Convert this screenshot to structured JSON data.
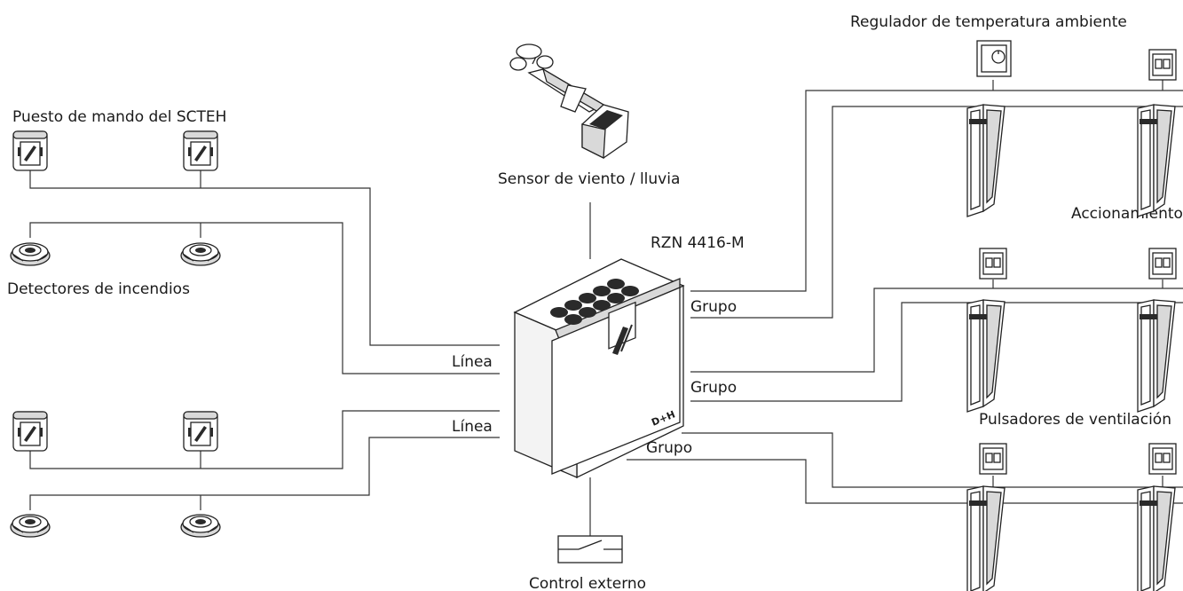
{
  "labels": {
    "regulador": "Regulador de temperatura ambiente",
    "puesto": "Puesto de mando del SCTEH",
    "sensor": "Sensor de viento / lluvia",
    "rzn": "RZN 4416-M",
    "accionamiento": "Accionamiento",
    "detectores": "Detectores de incendios",
    "grupo1": "Grupo",
    "linea1": "Línea",
    "grupo2": "Grupo",
    "linea2": "Línea",
    "pulsadores": "Pulsadores de ventilación",
    "grupo3": "Grupo",
    "control": "Control externo",
    "brand": "D+H"
  },
  "colors": {
    "line": "#333333",
    "device_fill": "#ffffff",
    "device_shade": "#d9d9d9",
    "dark": "#2a2a2a"
  }
}
